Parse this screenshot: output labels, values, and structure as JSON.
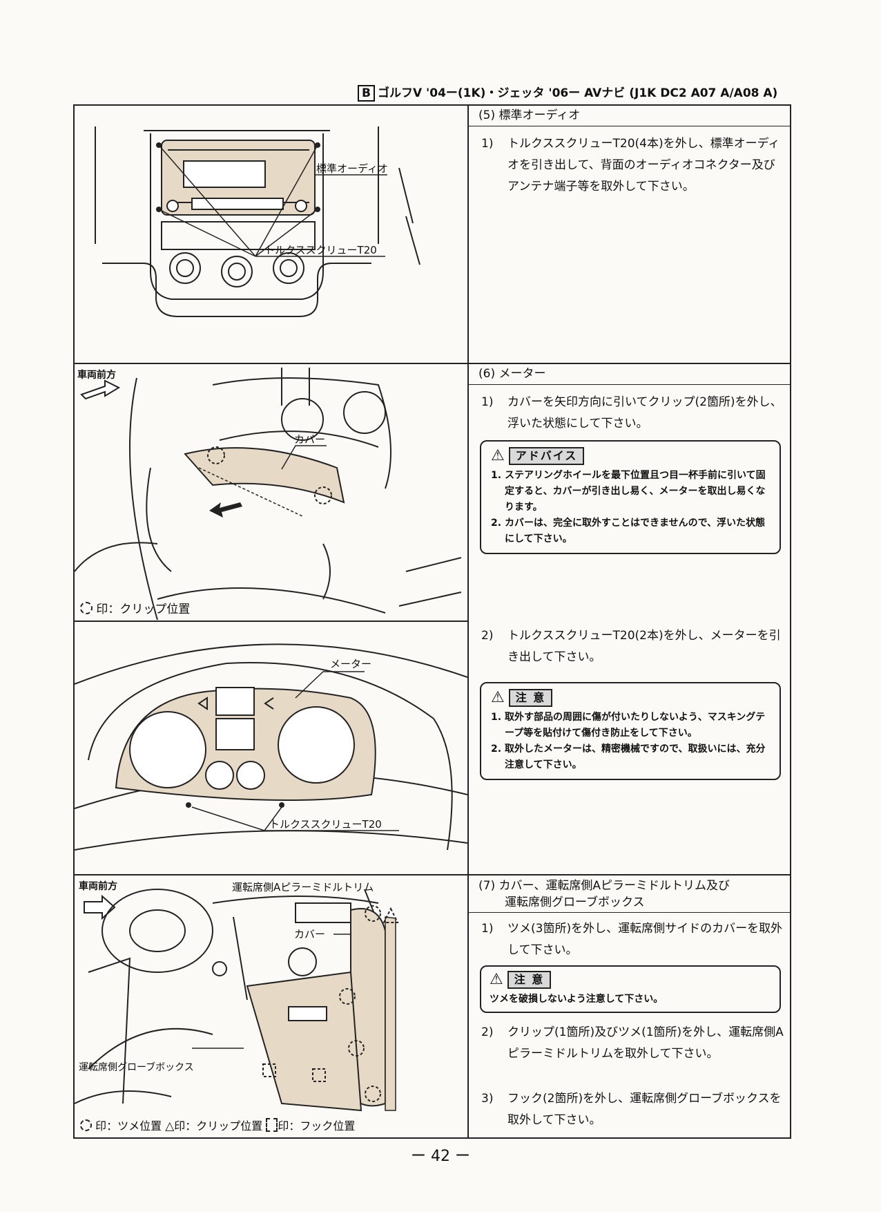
{
  "header": {
    "tag": "B",
    "title": "ゴルフV '04ー(1K)・ジェッタ '06ー AVナビ (J1K DC2 A07 A/A08 A)"
  },
  "section5": {
    "title": "(5) 標準オーディオ",
    "steps": [
      {
        "num": "1)",
        "text": "トルクススクリューT20(4本)を外し、標準オーディオを引き出して、背面のオーディオコネクター及びアンテナ端子等を取外して下さい。"
      }
    ],
    "figure": {
      "label_audio": "標準オーディオ",
      "label_screw": "トルクススクリューT20"
    }
  },
  "section6": {
    "title": "(6) メーター",
    "steps": [
      {
        "num": "1)",
        "text": "カバーを矢印方向に引いてクリップ(2箇所)を外し、浮いた状態にして下さい。"
      },
      {
        "num": "2)",
        "text": "トルクススクリューT20(2本)を外し、メーターを引き出して下さい。"
      }
    ],
    "advice": {
      "label": "アドバイス",
      "items": [
        {
          "n": "1.",
          "text": "ステアリングホイールを最下位置且つ目一杯手前に引いて固定すると、カバーが引き出し易く、メーターを取出し易くなります。"
        },
        {
          "n": "2.",
          "text": "カバーは、完全に取外すことはできませんので、浮いた状態にして下さい。"
        }
      ]
    },
    "caution": {
      "label": "注 意",
      "items": [
        {
          "n": "1.",
          "text": "取外す部品の周囲に傷が付いたりしないよう、マスキングテープ等を貼付けて傷付き防止をして下さい。"
        },
        {
          "n": "2.",
          "text": "取外したメーターは、精密機械ですので、取扱いには、充分注意して下さい。"
        }
      ]
    },
    "figure1": {
      "direction": "車両前方",
      "label_cover": "カバー",
      "legend": "印：クリップ位置"
    },
    "figure2": {
      "label_meter": "メーター",
      "label_screw": "トルクススクリューT20"
    }
  },
  "section7": {
    "title_line1": "(7) カバー、運転席側Aピラーミドルトリム及び",
    "title_line2": "運転席側グローブボックス",
    "steps": [
      {
        "num": "1)",
        "text": "ツメ(3箇所)を外し、運転席側サイドのカバーを取外して下さい。"
      },
      {
        "num": "2)",
        "text": "クリップ(1箇所)及びツメ(1箇所)を外し、運転席側Aピラーミドルトリムを取外して下さい。"
      },
      {
        "num": "3)",
        "text": "フック(2箇所)を外し、運転席側グローブボックスを取外して下さい。"
      }
    ],
    "caution": {
      "label": "注 意",
      "text": "ツメを破損しないよう注意して下さい。"
    },
    "figure": {
      "direction": "車両前方",
      "label_pillar": "運転席側Aピラーミドルトリム",
      "label_cover": "カバー",
      "label_glovebox": "運転席側グローブボックス",
      "legend_claw": "印：ツメ位置",
      "legend_clip": "印：クリップ位置",
      "legend_hook": "印：フック位置"
    }
  },
  "page_number": "ー 42 ー",
  "colors": {
    "part_fill": "#e6d9c5",
    "line": "#222222",
    "notice_label_bg": "#d9d9d9"
  }
}
